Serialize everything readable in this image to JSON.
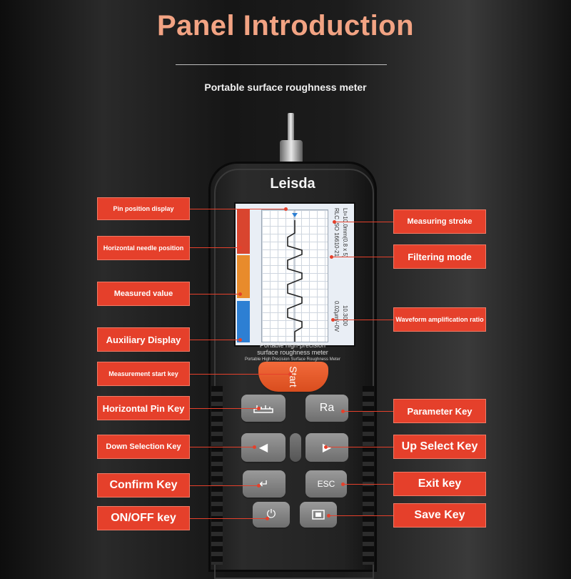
{
  "title": "Panel Introduction",
  "subtitle": "Portable surface roughness meter",
  "device": {
    "brand": "Leisda",
    "caption_line1": "Portable high-precision",
    "caption_line2": "surface roughness meter",
    "caption_line3": "Portable High Precision Surface Roughness Meter",
    "start_key": "Start",
    "ra_key": "Ra",
    "esc_key": "ESC",
    "screen": {
      "line1": "Lt=10.0mm(0.8 x 5)",
      "line2": "RLC ISO 16610-21",
      "line3": "10.3000",
      "line4": "0.02μm/÷0V"
    }
  },
  "labels_left": [
    "Pin position display",
    "Horizontal needle position",
    "Measured value",
    "Auxiliary Display",
    "Measurement start key",
    "Horizontal Pin Key",
    "Down Selection Key",
    "Confirm Key",
    "ON/OFF key"
  ],
  "labels_right": [
    "Measuring stroke",
    "Filtering mode",
    "Waveform amplification ratio",
    "Parameter Key",
    "Up Select Key",
    "Exit key",
    "Save Key"
  ],
  "colors": {
    "accent": "#e5402b",
    "title": "#f2a383",
    "start_key": "#f26a3a"
  }
}
